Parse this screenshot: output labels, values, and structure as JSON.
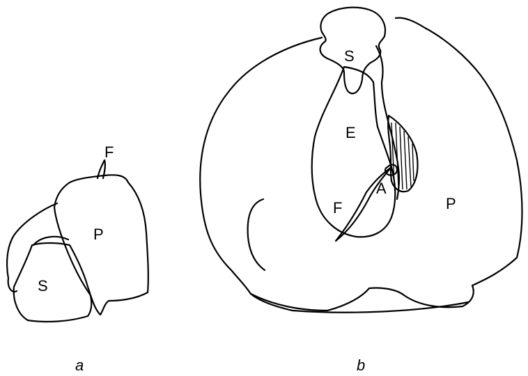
{
  "figure": {
    "a": {
      "caption": "a",
      "labels": {
        "F": "F",
        "P": "P",
        "S": "S"
      }
    },
    "b": {
      "caption": "b",
      "labels": {
        "S": "S",
        "E": "E",
        "A": "A",
        "F": "F",
        "P": "P"
      }
    }
  }
}
